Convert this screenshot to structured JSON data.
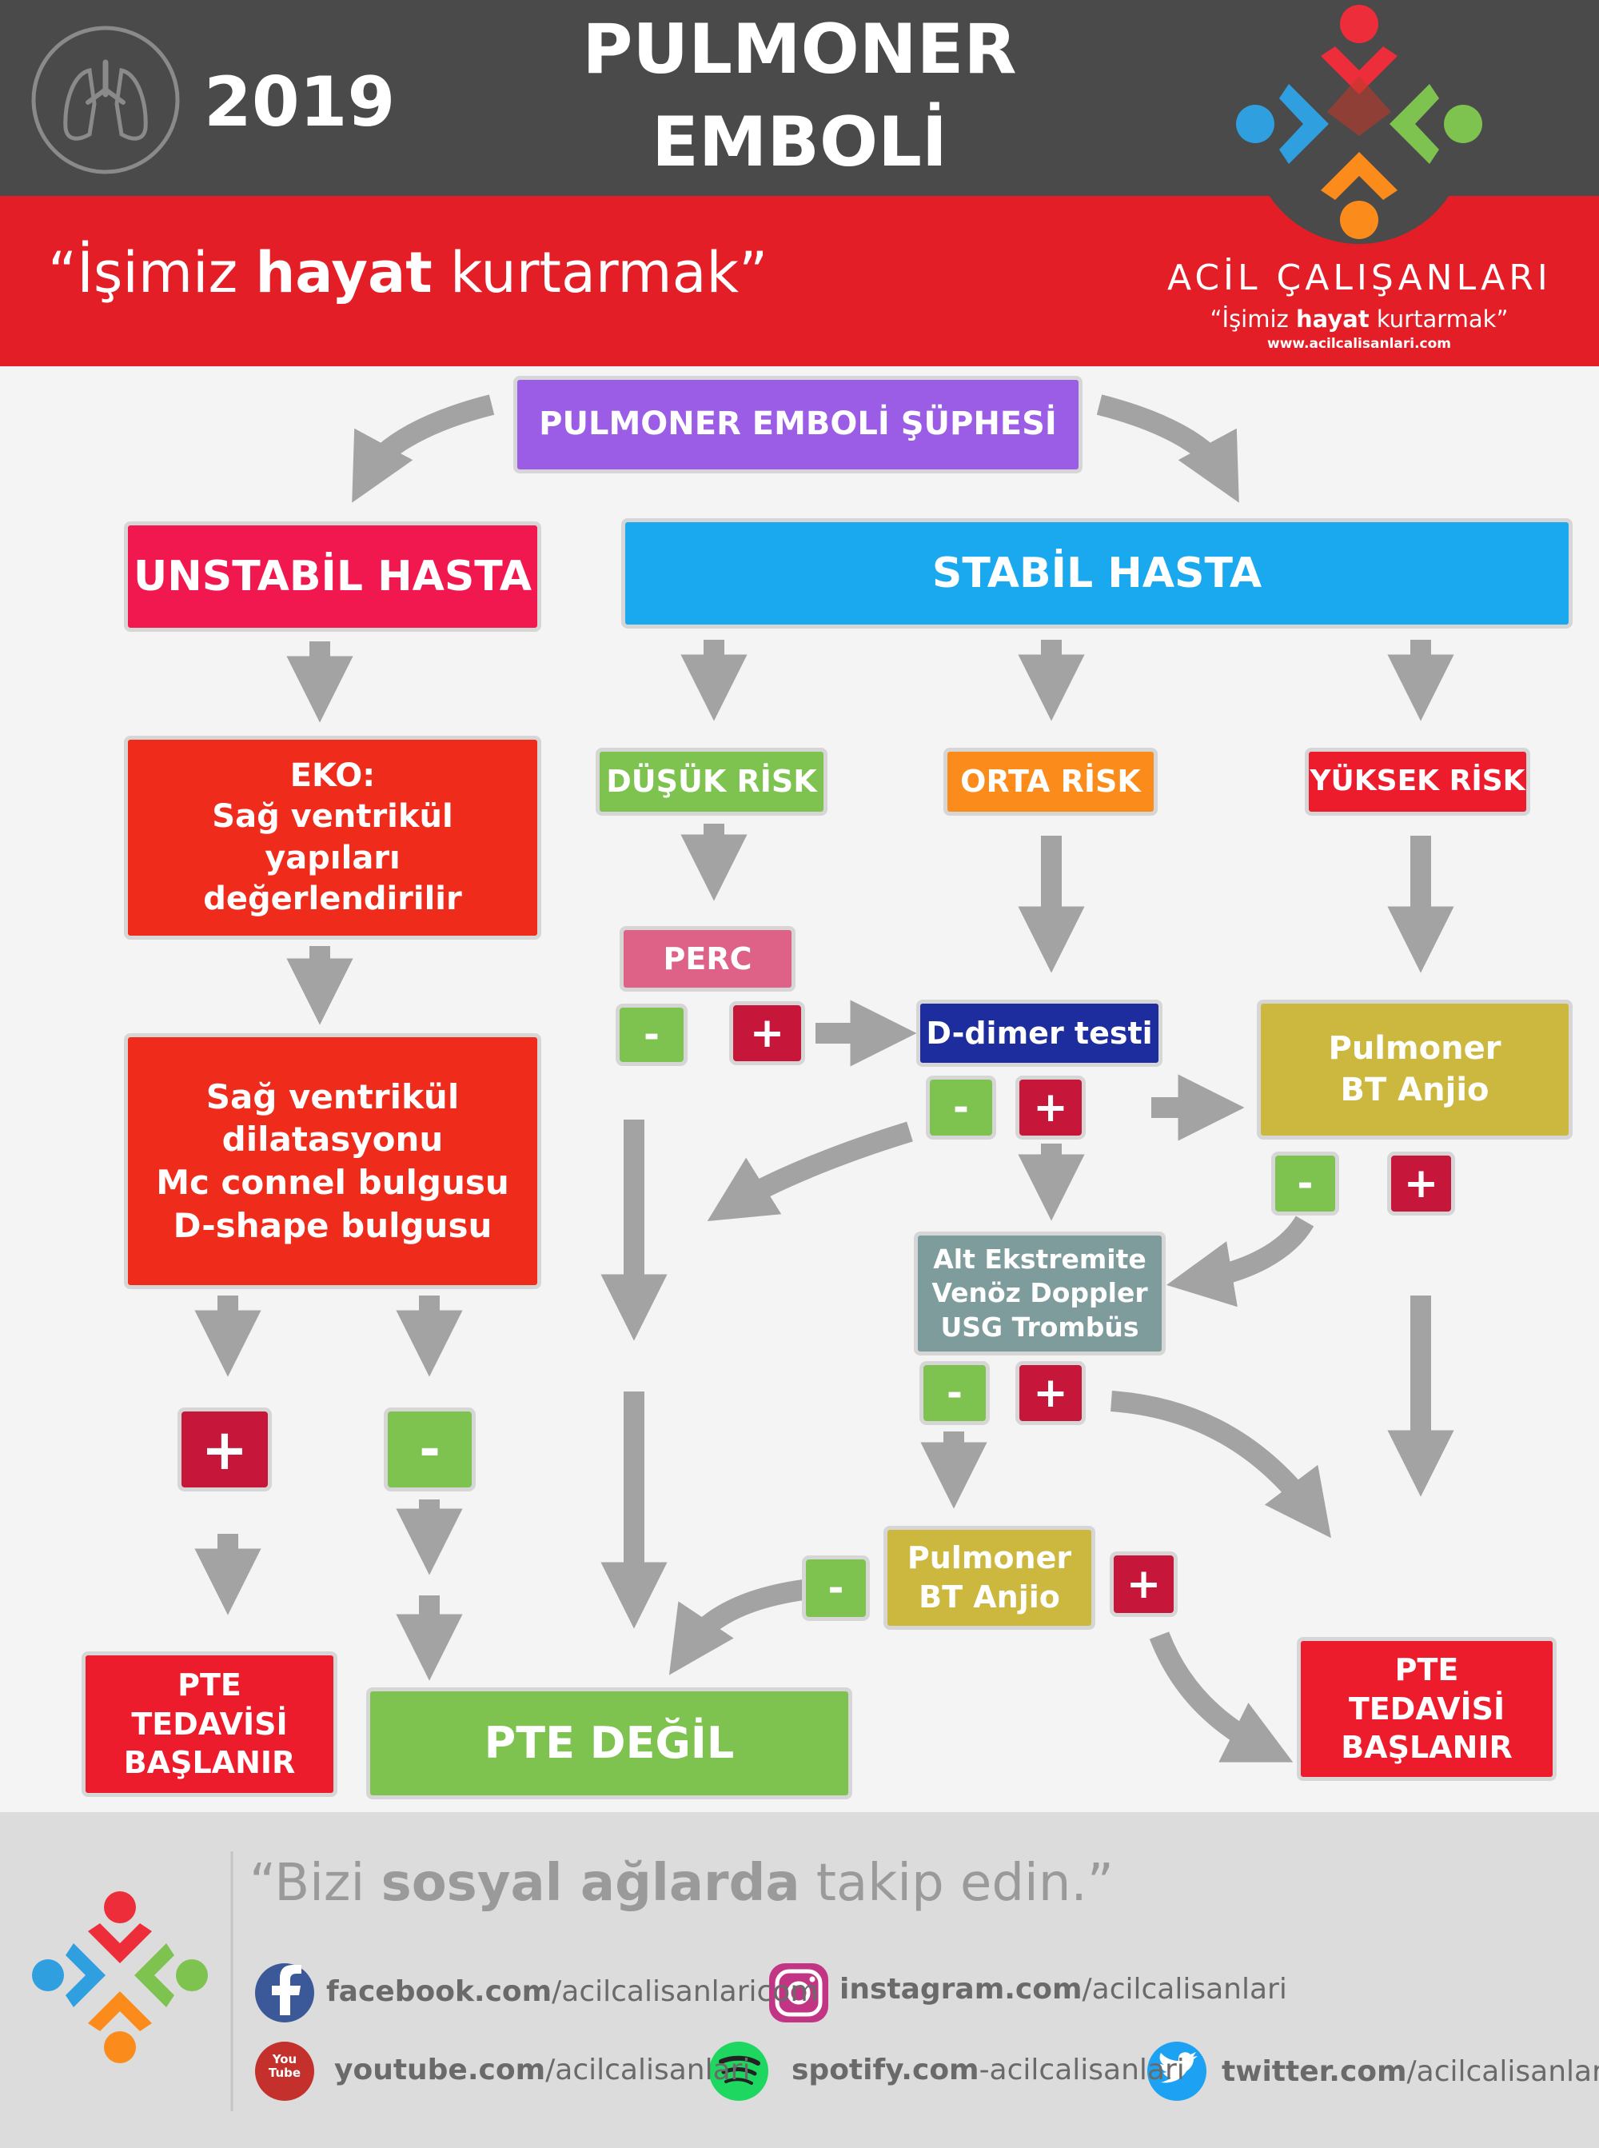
{
  "header": {
    "year": "2019",
    "title_line1": "PULMONER",
    "title_line2": "EMBOLİ",
    "slogan_open": "“İşimiz ",
    "slogan_bold": "hayat",
    "slogan_close": " kurtarmak”",
    "brand_name": "ACİL ÇALIŞANLARI",
    "brand_slogan_open": "“İşimiz ",
    "brand_slogan_bold": "hayat",
    "brand_slogan_close": " kurtarmak”",
    "brand_url": "www.acilcalisanlari.com"
  },
  "flow": {
    "suspicion": "PULMONER EMBOLİ ŞÜPHESİ",
    "unstable": "UNSTABİL HASTA",
    "stable": "STABİL HASTA",
    "eko": [
      "EKO:",
      "Sağ ventrikül",
      "yapıları",
      "değerlendirilir"
    ],
    "rv_findings": [
      "Sağ ventrikül",
      "dilatasyonu",
      "Mc connel bulgusu",
      "D-shape bulgusu"
    ],
    "low_risk": "DÜŞÜK RİSK",
    "mid_risk": "ORTA RİSK",
    "high_risk": "YÜKSEK RİSK",
    "perc": "PERC",
    "ddimer": "D-dimer testi",
    "ct_angio": [
      "Pulmoner",
      "BT Anjio"
    ],
    "doppler": [
      "Alt Ekstremite",
      "Venöz Doppler",
      "USG Trombüs"
    ],
    "ct_angio_2": [
      "Pulmoner",
      "BT Anjio"
    ],
    "treat_left": [
      "PTE",
      "TEDAVİSİ",
      "BAŞLANIR"
    ],
    "treat_right": [
      "PTE",
      "TEDAVİSİ",
      "BAŞLANIR"
    ],
    "not_pte": "PTE DEĞİL",
    "plus": "+",
    "minus": "-"
  },
  "footer": {
    "tagline_open": "“Bizi ",
    "tagline_bold": "sosyal ağlarda",
    "tagline_close": " takip edin.”",
    "facebook_bold": "facebook.com",
    "facebook_rest": "/acilcalisanlaricom",
    "instagram_bold": "instagram.com",
    "instagram_rest": "/acilcalisanlari",
    "youtube_bold": "youtube.com",
    "youtube_rest": "/acilcalisanlari",
    "spotify_bold": "spotify.com",
    "spotify_rest": "-acilcalisanlari",
    "twitter_bold": "twitter.com",
    "twitter_rest": "/acilcalisanlari",
    "youtube_icon_text": [
      "You",
      "Tube"
    ]
  },
  "colors": {
    "header_bg": "#4a4a4a",
    "banner_red": "#e41e26",
    "suspicion": "#9b5de5",
    "unstable": "#f0184f",
    "stable": "#1aa8ee",
    "red_box": "#ef2b1c",
    "low_risk": "#7ec350",
    "mid_risk": "#fb8c1b",
    "high_risk": "#ed1c2d",
    "perc": "#de6188",
    "ddimer": "#1d2d9d",
    "ct_angio": "#ccb83e",
    "doppler": "#7f9c9c",
    "treat": "#ed1c2d",
    "not_pte": "#7ec350",
    "plus_box": "#c6173a",
    "minus_box": "#7ec350",
    "arrow": "#a3a3a3"
  }
}
